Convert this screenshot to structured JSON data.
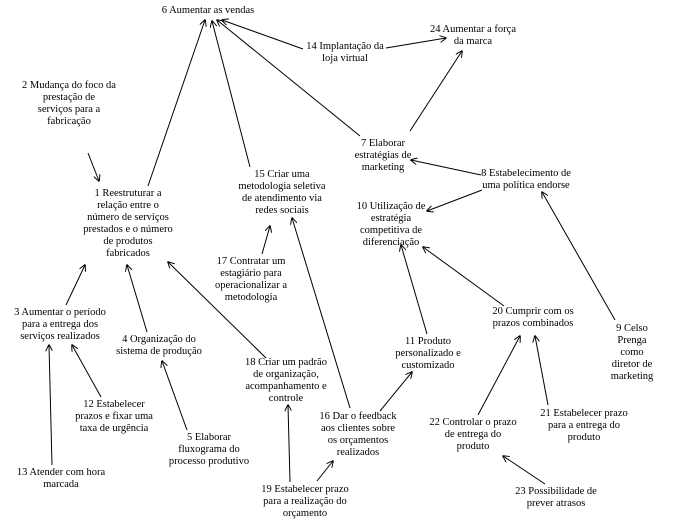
{
  "nodes": [
    {
      "id": "n6",
      "label": "6 Aumentar as vendas"
    },
    {
      "id": "n24",
      "label": "24 Aumentar a força\nda marca"
    },
    {
      "id": "n14",
      "label": "14 Implantação da\nloja virtual"
    },
    {
      "id": "n2",
      "label": "2 Mudança do foco da\nprestação de\nserviços para a\nfabricação"
    },
    {
      "id": "n7",
      "label": "7 Elaborar\nestratégias de\nmarketing"
    },
    {
      "id": "n8",
      "label": "8 Estabelecimento de\numa política endorse"
    },
    {
      "id": "n15",
      "label": "15 Criar uma\nmetodologia seletiva\nde atendimento via\nredes sociais"
    },
    {
      "id": "n1",
      "label": "1 Reestruturar a\nrelação entre o\nnúmero de serviços\nprestados e o número\nde produtos\nfabricados"
    },
    {
      "id": "n10",
      "label": "10 Utilização de\nestratégia\ncompetitiva de\ndiferenciação"
    },
    {
      "id": "n17",
      "label": "17 Contratar um\nestagiário para\noperacionalizar a\nmetodologia"
    },
    {
      "id": "n3",
      "label": "3 Aumentar o período\npara a entrega dos\nserviços realizados"
    },
    {
      "id": "n20",
      "label": "20 Cumprir com os\nprazos combinados"
    },
    {
      "id": "n9",
      "label": "9 Celso Prenga como\ndiretor de marketing"
    },
    {
      "id": "n4",
      "label": "4 Organização do\nsistema de produção"
    },
    {
      "id": "n11",
      "label": "11 Produto\npersonalizado e\ncustomizado"
    },
    {
      "id": "n18",
      "label": "18 Criar um padrão\nde organização,\nacompanhamento e\ncontrole"
    },
    {
      "id": "n12",
      "label": "12 Estabelecer\nprazos e fixar uma\ntaxa de urgência"
    },
    {
      "id": "n16",
      "label": "16 Dar o feedback\naos clientes sobre\nos orçamentos\nrealizados"
    },
    {
      "id": "n22",
      "label": "22 Controlar o prazo\nde entrega do\nproduto"
    },
    {
      "id": "n21",
      "label": "21 Estabelecer prazo\npara a entrega do\nproduto"
    },
    {
      "id": "n5",
      "label": "5 Elaborar\nfluxograma do\nprocesso produtivo"
    },
    {
      "id": "n13",
      "label": "13 Atender com hora\nmarcada"
    },
    {
      "id": "n19",
      "label": "19 Estabelecer prazo\npara a realização do\norçamento"
    },
    {
      "id": "n23",
      "label": "23 Possibilidade de\nprever atrasos"
    }
  ],
  "edges": [
    {
      "from": "n2",
      "to": "n1"
    },
    {
      "from": "n1",
      "to": "n6"
    },
    {
      "from": "n14",
      "to": "n6"
    },
    {
      "from": "n14",
      "to": "n24"
    },
    {
      "from": "n7",
      "to": "n6"
    },
    {
      "from": "n7",
      "to": "n24"
    },
    {
      "from": "n15",
      "to": "n6"
    },
    {
      "from": "n8",
      "to": "n7"
    },
    {
      "from": "n8",
      "to": "n10"
    },
    {
      "from": "n9",
      "to": "n8"
    },
    {
      "from": "n17",
      "to": "n15"
    },
    {
      "from": "n16",
      "to": "n15"
    },
    {
      "from": "n3",
      "to": "n1"
    },
    {
      "from": "n4",
      "to": "n1"
    },
    {
      "from": "n18",
      "to": "n1"
    },
    {
      "from": "n5",
      "to": "n4"
    },
    {
      "from": "n12",
      "to": "n3"
    },
    {
      "from": "n13",
      "to": "n3"
    },
    {
      "from": "n19",
      "to": "n18"
    },
    {
      "from": "n19",
      "to": "n16"
    },
    {
      "from": "n16",
      "to": "n11"
    },
    {
      "from": "n11",
      "to": "n10"
    },
    {
      "from": "n20",
      "to": "n10"
    },
    {
      "from": "n22",
      "to": "n20"
    },
    {
      "from": "n21",
      "to": "n20"
    },
    {
      "from": "n23",
      "to": "n22"
    }
  ]
}
